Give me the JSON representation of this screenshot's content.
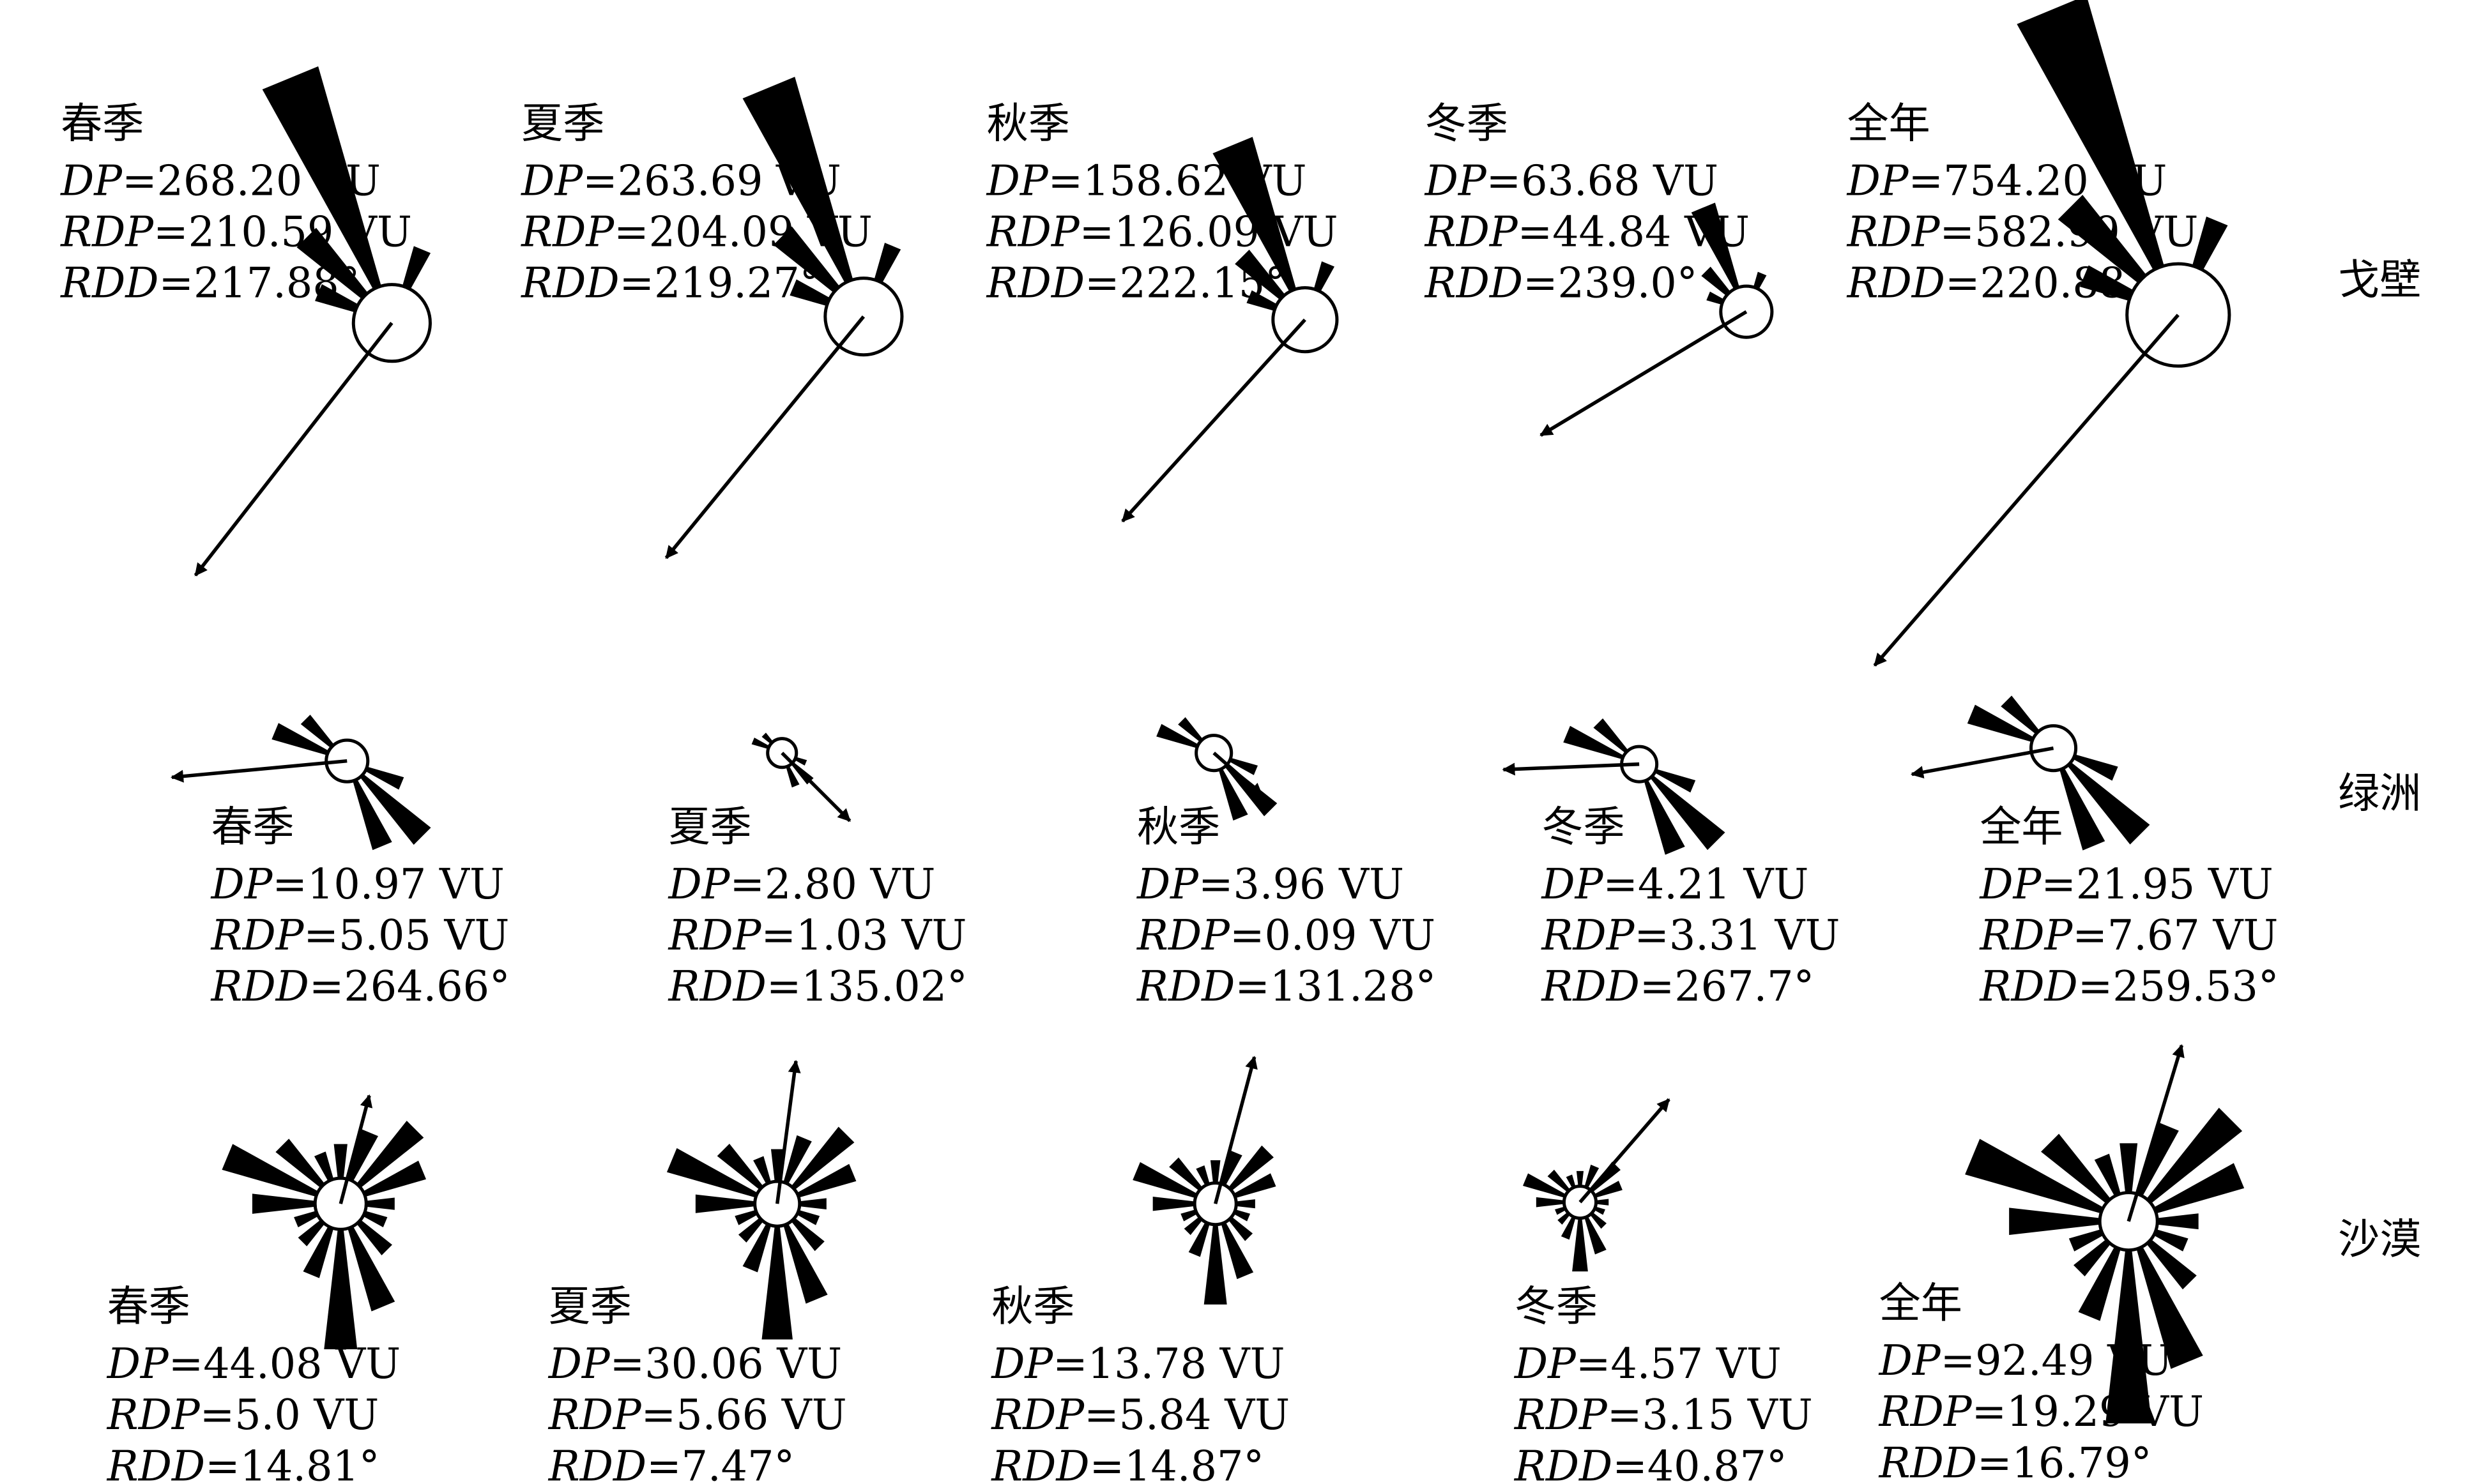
{
  "param_labels": {
    "dp": "DP",
    "rdp": "RDP",
    "rdd": "RDD"
  },
  "rows": [
    {
      "label": "戈壁",
      "roses": [
        {
          "season": "春季",
          "dp": "=268.20 VU",
          "rdp": "=210.59 VU",
          "rdd": "=217.88°"
        },
        {
          "season": "夏季",
          "dp": "=263.69 VU",
          "rdp": "=204.09 VU",
          "rdd": "=219.27°"
        },
        {
          "season": "秋季",
          "dp": "=158.62 VU",
          "rdp": "=126.09 VU",
          "rdd": "=222.15°"
        },
        {
          "season": "冬季",
          "dp": "=63.68 VU",
          "rdp": "=44.84 VU",
          "rdd": "=239.0°"
        },
        {
          "season": "全年",
          "dp": "=754.20 VU",
          "rdp": "=582.99 VU",
          "rdd": "=220.88°"
        }
      ]
    },
    {
      "label": "绿洲",
      "roses": [
        {
          "season": "春季",
          "dp": "=10.97 VU",
          "rdp": "=5.05 VU",
          "rdd": "=264.66°"
        },
        {
          "season": "夏季",
          "dp": "=2.80 VU",
          "rdp": "=1.03 VU",
          "rdd": "=135.02°"
        },
        {
          "season": "秋季",
          "dp": "=3.96 VU",
          "rdp": "=0.09 VU",
          "rdd": "=131.28°"
        },
        {
          "season": "冬季",
          "dp": "=4.21 VU",
          "rdp": "=3.31 VU",
          "rdd": "=267.7°"
        },
        {
          "season": "全年",
          "dp": "=21.95 VU",
          "rdp": "=7.67 VU",
          "rdd": "=259.53°"
        }
      ]
    },
    {
      "label": "沙漠",
      "roses": [
        {
          "season": "春季",
          "dp": "=44.08 VU",
          "rdp": "=5.0 VU",
          "rdd": "=14.81°"
        },
        {
          "season": "夏季",
          "dp": "=30.06 VU",
          "rdp": "=5.66 VU",
          "rdd": "=7.47°"
        },
        {
          "season": "秋季",
          "dp": "=13.78 VU",
          "rdp": "=5.84 VU",
          "rdd": "=14.87°"
        },
        {
          "season": "冬季",
          "dp": "=4.57 VU",
          "rdp": "=3.15 VU",
          "rdd": "=40.87°"
        },
        {
          "season": "全年",
          "dp": "=92.49 VU",
          "rdp": "=19.29 VU",
          "rdd": "=16.79°"
        }
      ]
    }
  ],
  "roses_geometry": [
    [
      {
        "petals": [
          0,
          10,
          0,
          0,
          0,
          0,
          0,
          0,
          0,
          0,
          0,
          0,
          0,
          10,
          20,
          55
        ],
        "arrow_deg": 217.88
      },
      {
        "petals": [
          0,
          10,
          0,
          0,
          0,
          0,
          0,
          0,
          0,
          0,
          0,
          0,
          0,
          10,
          20,
          55
        ],
        "arrow_deg": 219.27
      },
      {
        "petals": [
          0,
          10,
          0,
          0,
          0,
          0,
          0,
          0,
          0,
          0,
          0,
          0,
          0,
          10,
          20,
          55
        ],
        "arrow_deg": 222.15
      },
      {
        "petals": [
          0,
          10,
          0,
          0,
          0,
          0,
          0,
          0,
          0,
          0,
          0,
          0,
          0,
          10,
          20,
          55
        ],
        "arrow_deg": 239.0
      },
      {
        "petals": [
          0,
          10,
          0,
          0,
          0,
          0,
          0,
          0,
          0,
          0,
          0,
          0,
          0,
          10,
          20,
          55
        ],
        "arrow_deg": 220.88
      }
    ],
    [
      {
        "petals": [
          0,
          0,
          0,
          0,
          0,
          8,
          18,
          15,
          0,
          0,
          0,
          0,
          0,
          12,
          8,
          0
        ],
        "arrow_deg": 264.66
      },
      {
        "petals": [
          0,
          0,
          0,
          0,
          0,
          8,
          18,
          15,
          0,
          0,
          0,
          0,
          0,
          12,
          8,
          0
        ],
        "arrow_deg": 135.02
      },
      {
        "petals": [
          0,
          0,
          0,
          0,
          0,
          8,
          18,
          15,
          0,
          0,
          0,
          0,
          0,
          12,
          8,
          0
        ],
        "arrow_deg": 131.28
      },
      {
        "petals": [
          0,
          0,
          0,
          0,
          0,
          8,
          18,
          15,
          0,
          0,
          0,
          0,
          0,
          12,
          8,
          0
        ],
        "arrow_deg": 267.7
      },
      {
        "petals": [
          0,
          0,
          0,
          0,
          0,
          8,
          18,
          15,
          0,
          0,
          0,
          0,
          0,
          12,
          8,
          0
        ],
        "arrow_deg": 259.53
      }
    ],
    [
      {
        "petals": [
          12,
          18,
          28,
          22,
          10,
          8,
          14,
          30,
          42,
          18,
          10,
          8,
          22,
          34,
          20,
          10
        ],
        "arrow_deg": 14.81
      },
      {
        "petals": [
          12,
          18,
          28,
          22,
          10,
          8,
          14,
          30,
          42,
          18,
          10,
          8,
          22,
          34,
          20,
          10
        ],
        "arrow_deg": 7.47
      },
      {
        "petals": [
          12,
          18,
          28,
          22,
          10,
          8,
          14,
          30,
          42,
          18,
          10,
          8,
          22,
          34,
          20,
          10
        ],
        "arrow_deg": 14.87
      },
      {
        "petals": [
          12,
          18,
          28,
          22,
          10,
          8,
          14,
          30,
          42,
          18,
          10,
          8,
          22,
          34,
          20,
          10
        ],
        "arrow_deg": 40.87
      },
      {
        "petals": [
          12,
          18,
          28,
          22,
          10,
          8,
          14,
          30,
          42,
          18,
          10,
          8,
          22,
          34,
          20,
          10
        ],
        "arrow_deg": 16.79
      }
    ]
  ]
}
